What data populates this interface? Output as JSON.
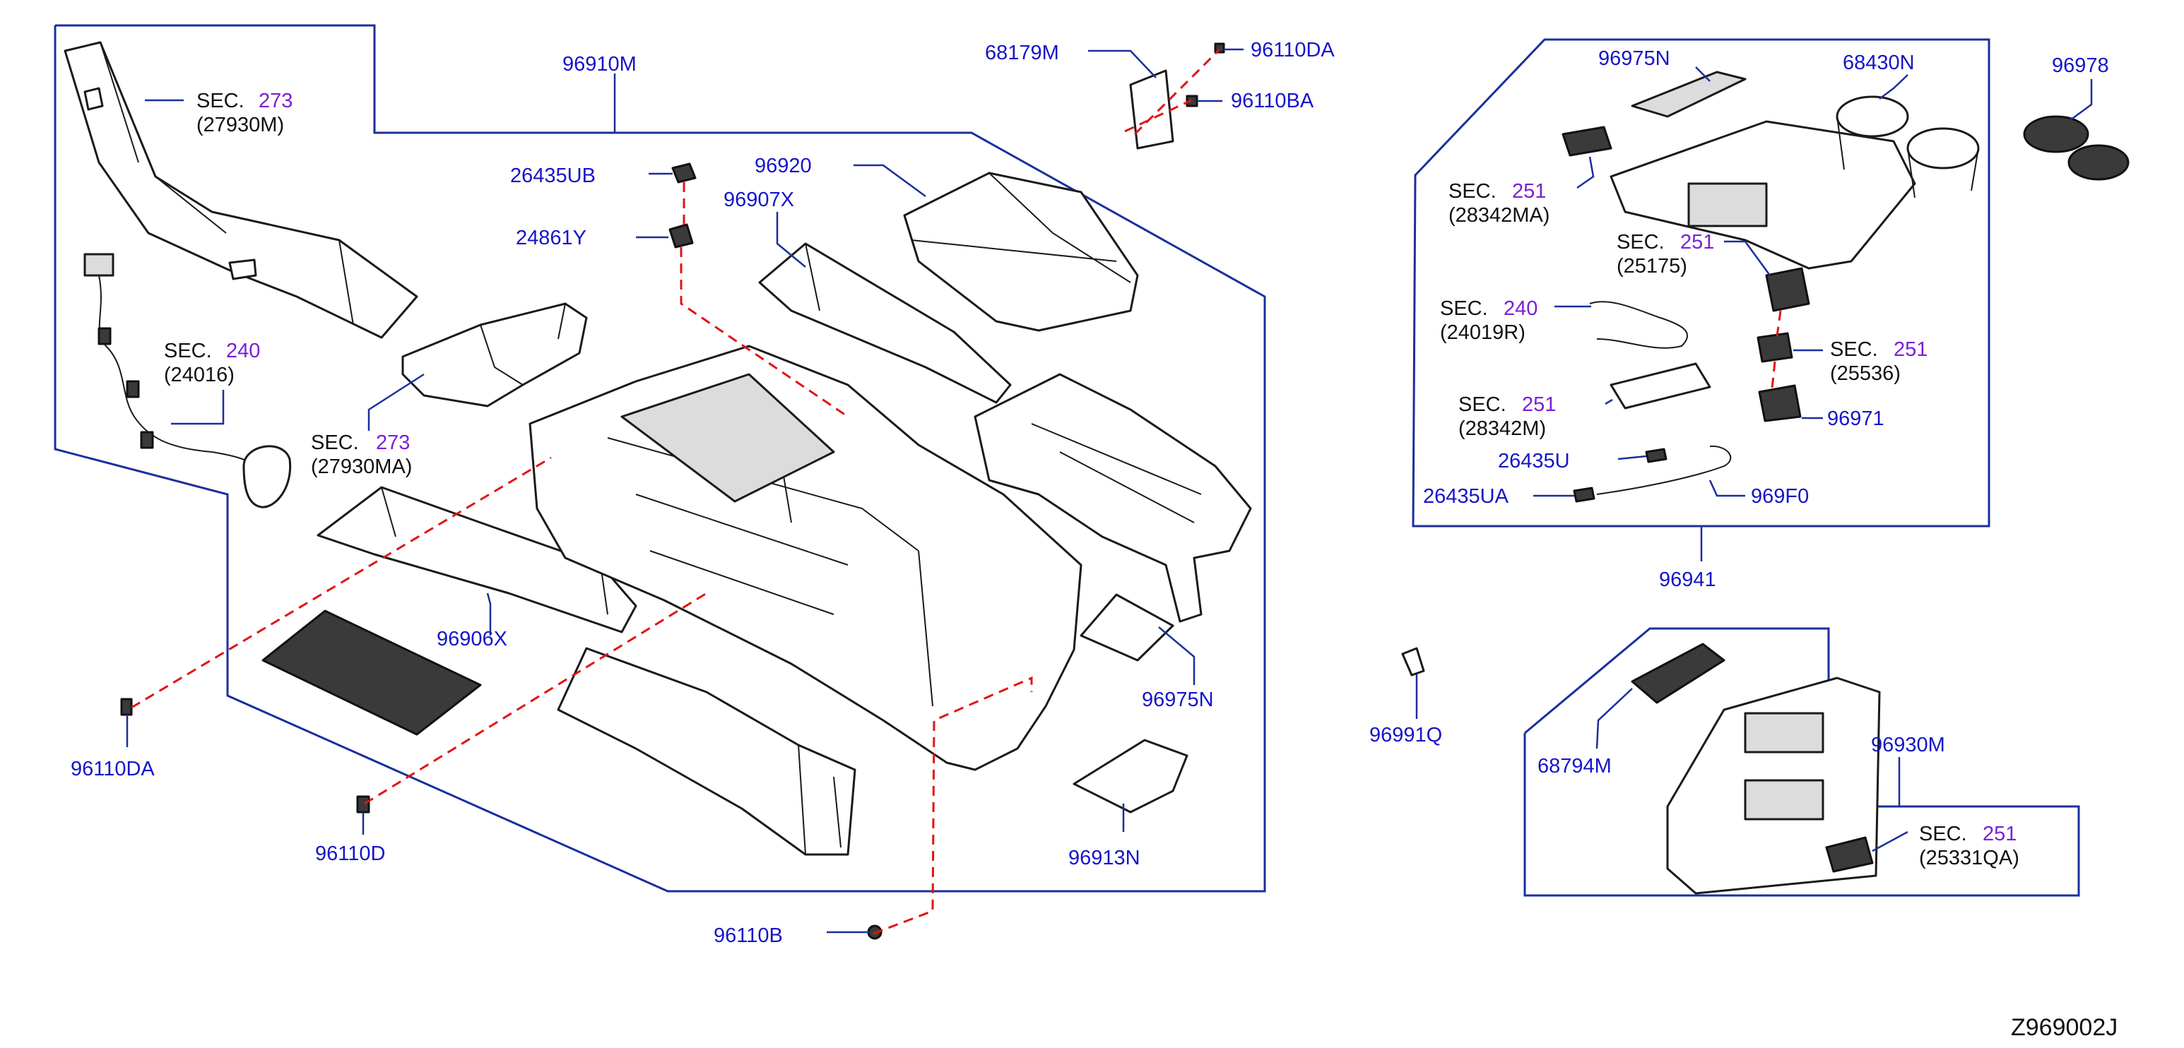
{
  "diagram_id": "Z969002J",
  "callouts": {
    "p96910M": "96910M",
    "p68179M": "68179M",
    "p96110DA_top": "96110DA",
    "p96110BA": "96110BA",
    "p26435UB": "26435UB",
    "p24861Y": "24861Y",
    "p96920": "96920",
    "p96907X": "96907X",
    "p96906X": "96906X",
    "p96975N_main": "96975N",
    "p96110DA_bottom": "96110DA",
    "p96110D": "96110D",
    "p96110B": "96110B",
    "p96913N": "96913N",
    "p96975N_right": "96975N",
    "p68430N": "68430N",
    "p96978": "96978",
    "p26435U": "26435U",
    "p26435UA": "26435UA",
    "p969F0": "969F0",
    "p96971": "96971",
    "p96941": "96941",
    "p96991Q": "96991Q",
    "p68794M": "68794M",
    "p96930M": "96930M"
  },
  "section_refs": {
    "sec_27930M": {
      "word": "SEC.",
      "num": "273",
      "sub": "(27930M)"
    },
    "sec_24016": {
      "word": "SEC.",
      "num": "240",
      "sub": "(24016)"
    },
    "sec_27930MA": {
      "word": "SEC.",
      "num": "273",
      "sub": "(27930MA)"
    },
    "sec_28342MA": {
      "word": "SEC.",
      "num": "251",
      "sub": "(28342MA)"
    },
    "sec_25175": {
      "word": "SEC.",
      "num": "251",
      "sub": "(25175)"
    },
    "sec_24019R": {
      "word": "SEC.",
      "num": "240",
      "sub": "(24019R)"
    },
    "sec_25536": {
      "word": "SEC.",
      "num": "251",
      "sub": "(25536)"
    },
    "sec_28342M": {
      "word": "SEC.",
      "num": "251",
      "sub": "(28342M)"
    },
    "sec_25331QA": {
      "word": "SEC.",
      "num": "251",
      "sub": "(25331QA)"
    }
  },
  "colors": {
    "callout_text": "#1515c8",
    "section_number": "#7a1fd6",
    "frame_lines": "#1a2f9c",
    "dashed_leaders": "#e01414"
  }
}
